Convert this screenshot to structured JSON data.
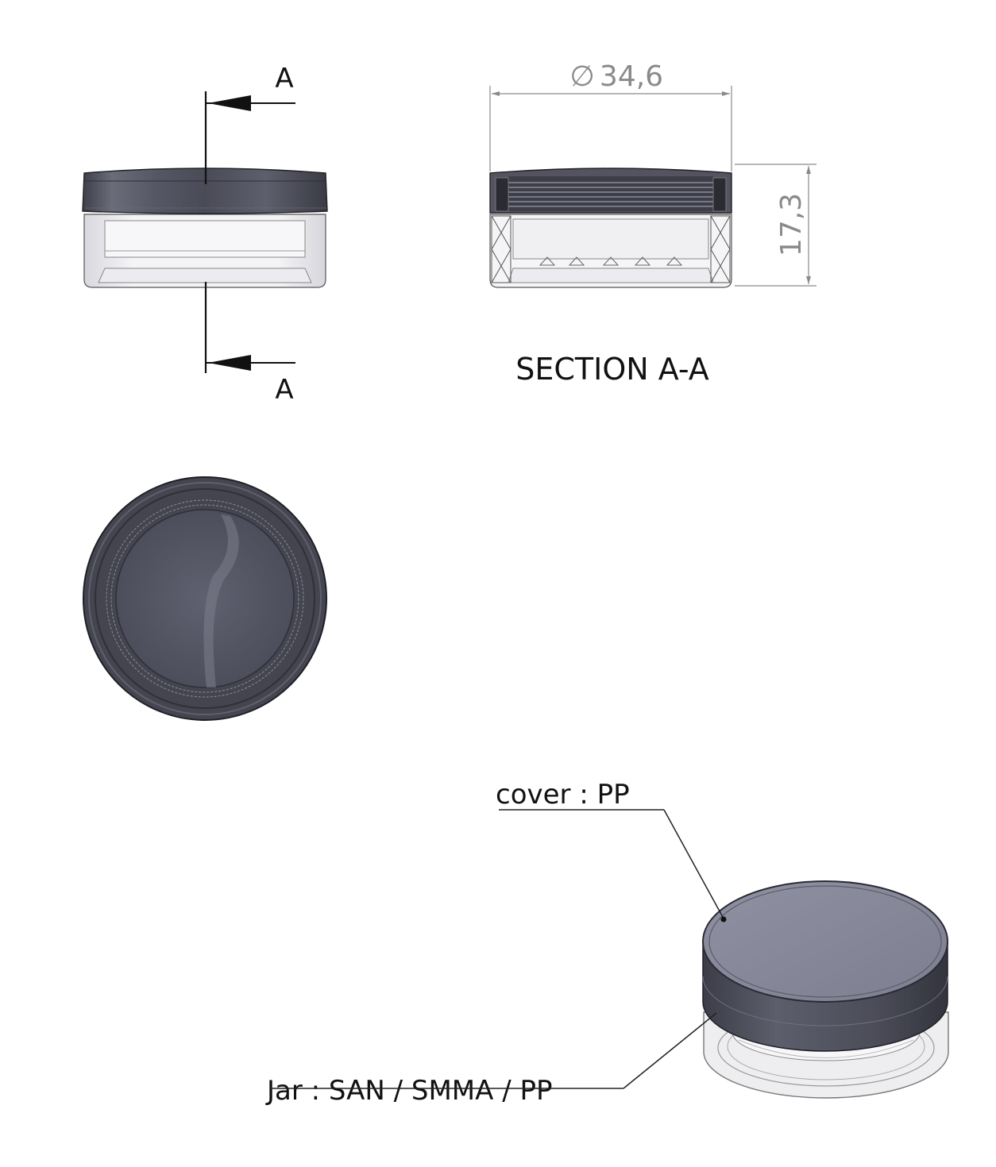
{
  "section_marker": {
    "top": "A",
    "bottom": "A"
  },
  "dimensions": {
    "diameter_symbol": "∅",
    "diameter": "34,6",
    "height": "17,3"
  },
  "section_caption": "SECTION A-A",
  "callouts": {
    "cover": "cover : PP",
    "jar": "Jar : SAN / SMMA / PP"
  },
  "colors": {
    "cap_dark": "#4a4b57",
    "cap_top": "#8c8e9f",
    "jar_clear": "#eeeef1",
    "line": "#222222",
    "dim_line": "#8a8a8a"
  }
}
